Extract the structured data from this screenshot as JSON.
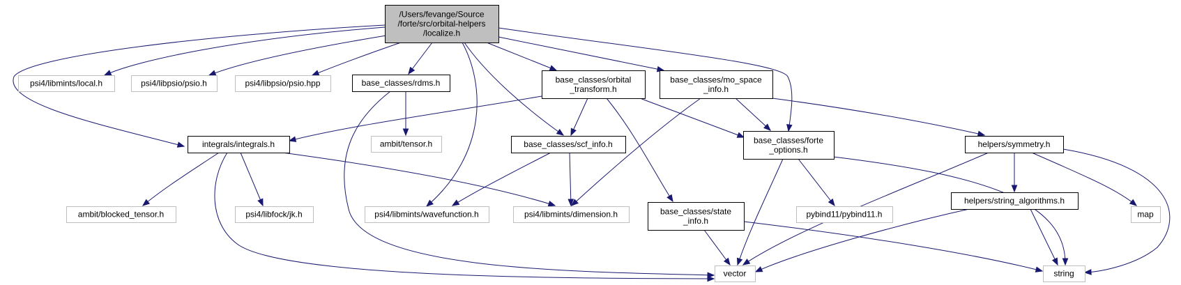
{
  "colors": {
    "edge": "#191970",
    "root_fill": "#bfbfbf",
    "root_border": "#000000",
    "documented_border": "#000000",
    "external_border": "#bfbfbf",
    "background": "#ffffff"
  },
  "nodes": [
    {
      "id": "localize",
      "lines": [
        "/Users/fevange/Source",
        "/forte/src/orbital-helpers",
        "/localize.h"
      ],
      "kind": "root"
    },
    {
      "id": "local",
      "lines": [
        "psi4/libmints/local.h"
      ],
      "kind": "external"
    },
    {
      "id": "psio_h",
      "lines": [
        "psi4/libpsio/psio.h"
      ],
      "kind": "external"
    },
    {
      "id": "psio_hpp",
      "lines": [
        "psi4/libpsio/psio.hpp"
      ],
      "kind": "external"
    },
    {
      "id": "rdms",
      "lines": [
        "base_classes/rdms.h"
      ],
      "kind": "documented"
    },
    {
      "id": "orbital_transform",
      "lines": [
        "base_classes/orbital",
        "_transform.h"
      ],
      "kind": "documented"
    },
    {
      "id": "mo_space",
      "lines": [
        "base_classes/mo_space",
        "_info.h"
      ],
      "kind": "documented"
    },
    {
      "id": "integrals",
      "lines": [
        "integrals/integrals.h"
      ],
      "kind": "documented"
    },
    {
      "id": "tensor",
      "lines": [
        "ambit/tensor.h"
      ],
      "kind": "external"
    },
    {
      "id": "scf_info",
      "lines": [
        "base_classes/scf_info.h"
      ],
      "kind": "documented"
    },
    {
      "id": "forte_options",
      "lines": [
        "base_classes/forte",
        "_options.h"
      ],
      "kind": "documented"
    },
    {
      "id": "symmetry",
      "lines": [
        "helpers/symmetry.h"
      ],
      "kind": "documented"
    },
    {
      "id": "blocked_tensor",
      "lines": [
        "ambit/blocked_tensor.h"
      ],
      "kind": "external"
    },
    {
      "id": "jk",
      "lines": [
        "psi4/libfock/jk.h"
      ],
      "kind": "external"
    },
    {
      "id": "wavefunction",
      "lines": [
        "psi4/libmints/wavefunction.h"
      ],
      "kind": "external"
    },
    {
      "id": "dimension",
      "lines": [
        "psi4/libmints/dimension.h"
      ],
      "kind": "external"
    },
    {
      "id": "state_info",
      "lines": [
        "base_classes/state",
        "_info.h"
      ],
      "kind": "documented"
    },
    {
      "id": "pybind11",
      "lines": [
        "pybind11/pybind11.h"
      ],
      "kind": "external"
    },
    {
      "id": "string_algorithms",
      "lines": [
        "helpers/string_algorithms.h"
      ],
      "kind": "documented"
    },
    {
      "id": "map",
      "lines": [
        "map"
      ],
      "kind": "external"
    },
    {
      "id": "vector",
      "lines": [
        "vector"
      ],
      "kind": "external"
    },
    {
      "id": "string",
      "lines": [
        "string"
      ],
      "kind": "external"
    }
  ],
  "edges": [
    {
      "from": "localize",
      "to": "integrals"
    },
    {
      "from": "localize",
      "to": "local"
    },
    {
      "from": "localize",
      "to": "psio_h"
    },
    {
      "from": "localize",
      "to": "psio_hpp"
    },
    {
      "from": "localize",
      "to": "rdms"
    },
    {
      "from": "localize",
      "to": "wavefunction"
    },
    {
      "from": "localize",
      "to": "scf_info"
    },
    {
      "from": "localize",
      "to": "orbital_transform"
    },
    {
      "from": "localize",
      "to": "mo_space"
    },
    {
      "from": "localize",
      "to": "forte_options"
    },
    {
      "from": "rdms",
      "to": "tensor"
    },
    {
      "from": "rdms",
      "to": "vector"
    },
    {
      "from": "orbital_transform",
      "to": "integrals"
    },
    {
      "from": "orbital_transform",
      "to": "scf_info"
    },
    {
      "from": "orbital_transform",
      "to": "forte_options"
    },
    {
      "from": "orbital_transform",
      "to": "state_info"
    },
    {
      "from": "mo_space",
      "to": "forte_options"
    },
    {
      "from": "mo_space",
      "to": "dimension"
    },
    {
      "from": "mo_space",
      "to": "symmetry"
    },
    {
      "from": "integrals",
      "to": "blocked_tensor"
    },
    {
      "from": "integrals",
      "to": "jk"
    },
    {
      "from": "integrals",
      "to": "dimension"
    },
    {
      "from": "integrals",
      "to": "vector"
    },
    {
      "from": "scf_info",
      "to": "wavefunction"
    },
    {
      "from": "scf_info",
      "to": "dimension"
    },
    {
      "from": "forte_options",
      "to": "pybind11"
    },
    {
      "from": "forte_options",
      "to": "vector"
    },
    {
      "from": "forte_options",
      "to": "string"
    },
    {
      "from": "symmetry",
      "to": "vector"
    },
    {
      "from": "symmetry",
      "to": "string_algorithms"
    },
    {
      "from": "symmetry",
      "to": "map"
    },
    {
      "from": "symmetry",
      "to": "string"
    },
    {
      "from": "state_info",
      "to": "vector"
    },
    {
      "from": "state_info",
      "to": "string"
    },
    {
      "from": "string_algorithms",
      "to": "vector"
    },
    {
      "from": "string_algorithms",
      "to": "string"
    }
  ]
}
